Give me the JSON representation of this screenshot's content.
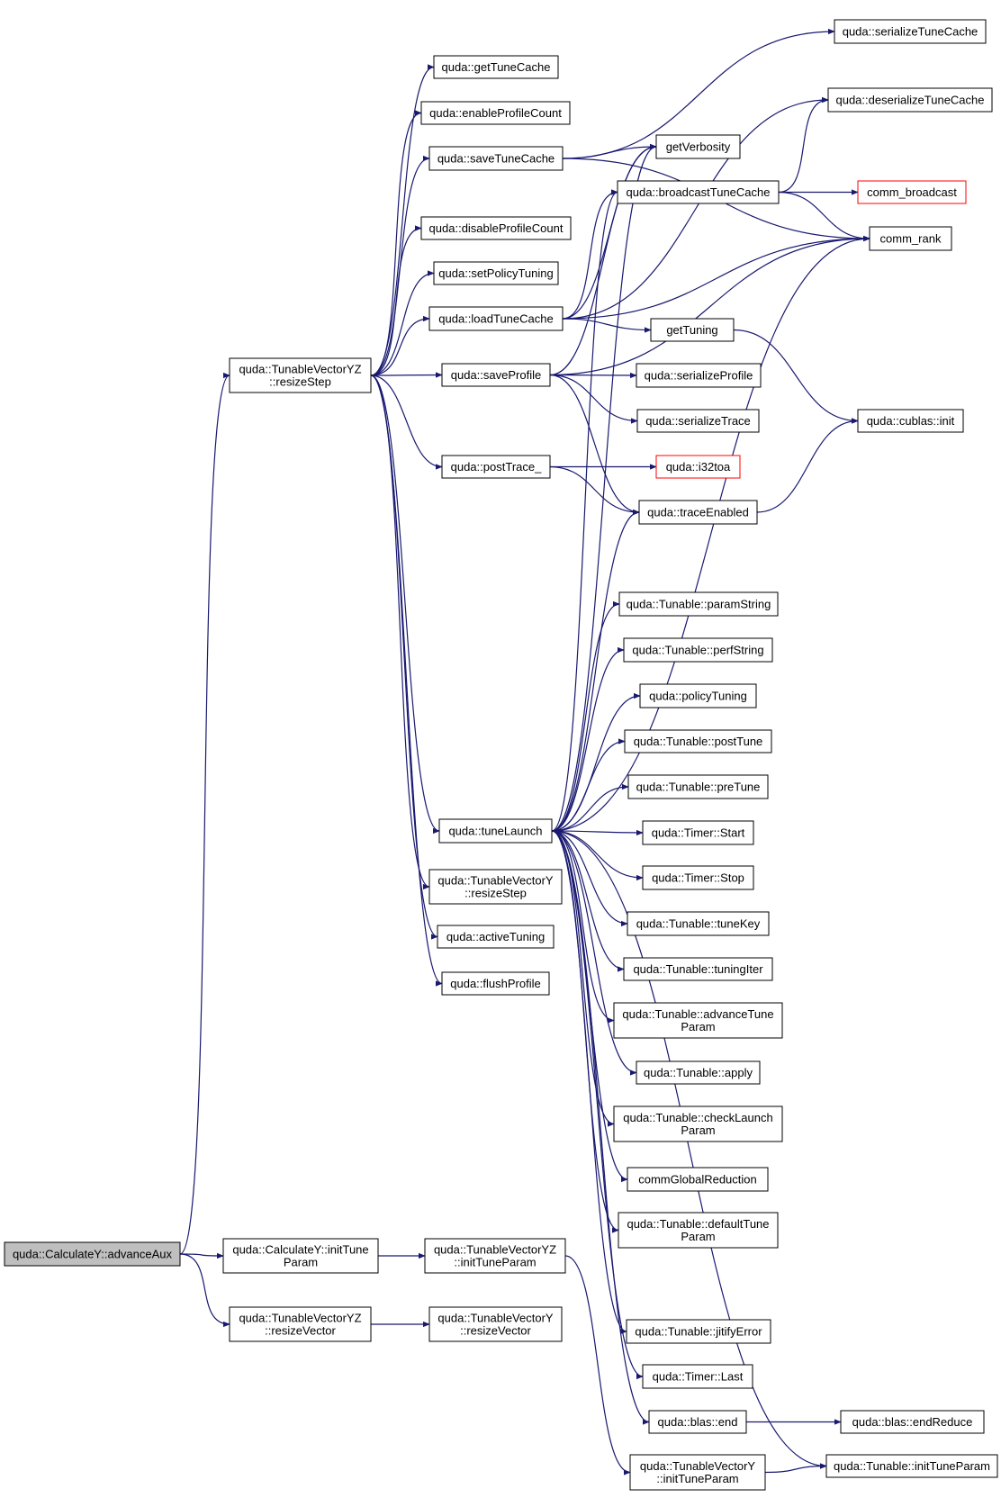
{
  "graph": {
    "edge_color": "#191970",
    "root_fill": "#bfbfbf",
    "error_border": "#ff0000",
    "nodes": [
      {
        "id": "advanceAux",
        "lines": [
          "quda::CalculateY::advanceAux"
        ],
        "style": "root"
      },
      {
        "id": "calcInitTune",
        "lines": [
          "quda::CalculateY::initTune",
          "Param"
        ]
      },
      {
        "id": "tvyzResizeVector",
        "lines": [
          "quda::TunableVectorYZ",
          "::resizeVector"
        ]
      },
      {
        "id": "tvyzResizeStep",
        "lines": [
          "quda::TunableVectorYZ",
          "::resizeStep"
        ]
      },
      {
        "id": "tvyzInitTune",
        "lines": [
          "quda::TunableVectorYZ",
          "::initTuneParam"
        ]
      },
      {
        "id": "tvyResizeVector",
        "lines": [
          "quda::TunableVectorY",
          "::resizeVector"
        ]
      },
      {
        "id": "getTuneCache",
        "lines": [
          "quda::getTuneCache"
        ]
      },
      {
        "id": "enableProfileCount",
        "lines": [
          "quda::enableProfileCount"
        ]
      },
      {
        "id": "saveTuneCache",
        "lines": [
          "quda::saveTuneCache"
        ]
      },
      {
        "id": "disableProfileCount",
        "lines": [
          "quda::disableProfileCount"
        ]
      },
      {
        "id": "setPolicyTuning",
        "lines": [
          "quda::setPolicyTuning"
        ]
      },
      {
        "id": "loadTuneCache",
        "lines": [
          "quda::loadTuneCache"
        ]
      },
      {
        "id": "saveProfile",
        "lines": [
          "quda::saveProfile"
        ]
      },
      {
        "id": "postTrace",
        "lines": [
          "quda::postTrace_"
        ]
      },
      {
        "id": "tuneLaunch",
        "lines": [
          "quda::tuneLaunch"
        ]
      },
      {
        "id": "tvyResizeStep",
        "lines": [
          "quda::TunableVectorY",
          "::resizeStep"
        ]
      },
      {
        "id": "activeTuning",
        "lines": [
          "quda::activeTuning"
        ]
      },
      {
        "id": "flushProfile",
        "lines": [
          "quda::flushProfile"
        ]
      },
      {
        "id": "getVerbosity",
        "lines": [
          "getVerbosity"
        ]
      },
      {
        "id": "broadcastTuneCache",
        "lines": [
          "quda::broadcastTuneCache"
        ]
      },
      {
        "id": "getTuning",
        "lines": [
          "getTuning"
        ]
      },
      {
        "id": "serializeProfile",
        "lines": [
          "quda::serializeProfile"
        ]
      },
      {
        "id": "serializeTrace",
        "lines": [
          "quda::serializeTrace"
        ]
      },
      {
        "id": "i32toa",
        "lines": [
          "quda::i32toa"
        ],
        "style": "red"
      },
      {
        "id": "traceEnabled",
        "lines": [
          "quda::traceEnabled"
        ]
      },
      {
        "id": "paramString",
        "lines": [
          "quda::Tunable::paramString"
        ]
      },
      {
        "id": "perfString",
        "lines": [
          "quda::Tunable::perfString"
        ]
      },
      {
        "id": "policyTuning",
        "lines": [
          "quda::policyTuning"
        ]
      },
      {
        "id": "postTune",
        "lines": [
          "quda::Tunable::postTune"
        ]
      },
      {
        "id": "preTune",
        "lines": [
          "quda::Tunable::preTune"
        ]
      },
      {
        "id": "timerStart",
        "lines": [
          "quda::Timer::Start"
        ]
      },
      {
        "id": "timerStop",
        "lines": [
          "quda::Timer::Stop"
        ]
      },
      {
        "id": "tuneKey",
        "lines": [
          "quda::Tunable::tuneKey"
        ]
      },
      {
        "id": "tuningIter",
        "lines": [
          "quda::Tunable::tuningIter"
        ]
      },
      {
        "id": "advanceTuneParam",
        "lines": [
          "quda::Tunable::advanceTune",
          "Param"
        ]
      },
      {
        "id": "apply",
        "lines": [
          "quda::Tunable::apply"
        ]
      },
      {
        "id": "checkLaunchParam",
        "lines": [
          "quda::Tunable::checkLaunch",
          "Param"
        ]
      },
      {
        "id": "commGlobalReduction",
        "lines": [
          "commGlobalReduction"
        ]
      },
      {
        "id": "defaultTuneParam",
        "lines": [
          "quda::Tunable::defaultTune",
          "Param"
        ]
      },
      {
        "id": "jitifyError",
        "lines": [
          "quda::Tunable::jitifyError"
        ]
      },
      {
        "id": "timerLast",
        "lines": [
          "quda::Timer::Last"
        ]
      },
      {
        "id": "blasEnd",
        "lines": [
          "quda::blas::end"
        ]
      },
      {
        "id": "tvyInitTune",
        "lines": [
          "quda::TunableVectorY",
          "::initTuneParam"
        ]
      },
      {
        "id": "serializeTuneCache",
        "lines": [
          "quda::serializeTuneCache"
        ]
      },
      {
        "id": "deserializeTuneCache",
        "lines": [
          "quda::deserializeTuneCache"
        ]
      },
      {
        "id": "commBroadcast",
        "lines": [
          "comm_broadcast"
        ],
        "style": "red"
      },
      {
        "id": "commRank",
        "lines": [
          "comm_rank"
        ]
      },
      {
        "id": "cublasInit",
        "lines": [
          "quda::cublas::init"
        ]
      },
      {
        "id": "endReduce",
        "lines": [
          "quda::blas::endReduce"
        ]
      },
      {
        "id": "tunableInitTune",
        "lines": [
          "quda::Tunable::initTuneParam"
        ]
      }
    ],
    "edges": [
      [
        "advanceAux",
        "tvyzResizeStep"
      ],
      [
        "advanceAux",
        "calcInitTune"
      ],
      [
        "advanceAux",
        "tvyzResizeVector"
      ],
      [
        "calcInitTune",
        "tvyzInitTune"
      ],
      [
        "tvyzResizeVector",
        "tvyResizeVector"
      ],
      [
        "tvyzResizeStep",
        "getTuneCache"
      ],
      [
        "tvyzResizeStep",
        "enableProfileCount"
      ],
      [
        "tvyzResizeStep",
        "saveTuneCache"
      ],
      [
        "tvyzResizeStep",
        "disableProfileCount"
      ],
      [
        "tvyzResizeStep",
        "setPolicyTuning"
      ],
      [
        "tvyzResizeStep",
        "loadTuneCache"
      ],
      [
        "tvyzResizeStep",
        "saveProfile"
      ],
      [
        "tvyzResizeStep",
        "postTrace"
      ],
      [
        "tvyzResizeStep",
        "tuneLaunch"
      ],
      [
        "tvyzResizeStep",
        "tvyResizeStep"
      ],
      [
        "tvyzResizeStep",
        "activeTuning"
      ],
      [
        "tvyzResizeStep",
        "flushProfile"
      ],
      [
        "saveTuneCache",
        "serializeTuneCache"
      ],
      [
        "saveTuneCache",
        "getVerbosity"
      ],
      [
        "saveTuneCache",
        "commRank"
      ],
      [
        "loadTuneCache",
        "deserializeTuneCache"
      ],
      [
        "loadTuneCache",
        "getVerbosity"
      ],
      [
        "loadTuneCache",
        "broadcastTuneCache"
      ],
      [
        "loadTuneCache",
        "commRank"
      ],
      [
        "loadTuneCache",
        "getTuning"
      ],
      [
        "broadcastTuneCache",
        "deserializeTuneCache"
      ],
      [
        "broadcastTuneCache",
        "commBroadcast"
      ],
      [
        "broadcastTuneCache",
        "commRank"
      ],
      [
        "saveProfile",
        "getVerbosity"
      ],
      [
        "saveProfile",
        "commRank"
      ],
      [
        "saveProfile",
        "serializeProfile"
      ],
      [
        "saveProfile",
        "serializeTrace"
      ],
      [
        "saveProfile",
        "traceEnabled"
      ],
      [
        "postTrace",
        "i32toa"
      ],
      [
        "postTrace",
        "traceEnabled"
      ],
      [
        "getTuning",
        "cublasInit"
      ],
      [
        "traceEnabled",
        "cublasInit"
      ],
      [
        "tuneLaunch",
        "getVerbosity"
      ],
      [
        "tuneLaunch",
        "broadcastTuneCache"
      ],
      [
        "tuneLaunch",
        "traceEnabled"
      ],
      [
        "tuneLaunch",
        "commRank"
      ],
      [
        "tuneLaunch",
        "paramString"
      ],
      [
        "tuneLaunch",
        "perfString"
      ],
      [
        "tuneLaunch",
        "policyTuning"
      ],
      [
        "tuneLaunch",
        "postTune"
      ],
      [
        "tuneLaunch",
        "preTune"
      ],
      [
        "tuneLaunch",
        "timerStart"
      ],
      [
        "tuneLaunch",
        "timerStop"
      ],
      [
        "tuneLaunch",
        "tuneKey"
      ],
      [
        "tuneLaunch",
        "tuningIter"
      ],
      [
        "tuneLaunch",
        "advanceTuneParam"
      ],
      [
        "tuneLaunch",
        "apply"
      ],
      [
        "tuneLaunch",
        "checkLaunchParam"
      ],
      [
        "tuneLaunch",
        "commGlobalReduction"
      ],
      [
        "tuneLaunch",
        "defaultTuneParam"
      ],
      [
        "tuneLaunch",
        "jitifyError"
      ],
      [
        "tuneLaunch",
        "timerLast"
      ],
      [
        "tuneLaunch",
        "blasEnd"
      ],
      [
        "tuneLaunch",
        "tunableInitTune"
      ],
      [
        "tvyzInitTune",
        "tvyInitTune"
      ],
      [
        "blasEnd",
        "endReduce"
      ],
      [
        "tvyInitTune",
        "tunableInitTune"
      ]
    ]
  }
}
